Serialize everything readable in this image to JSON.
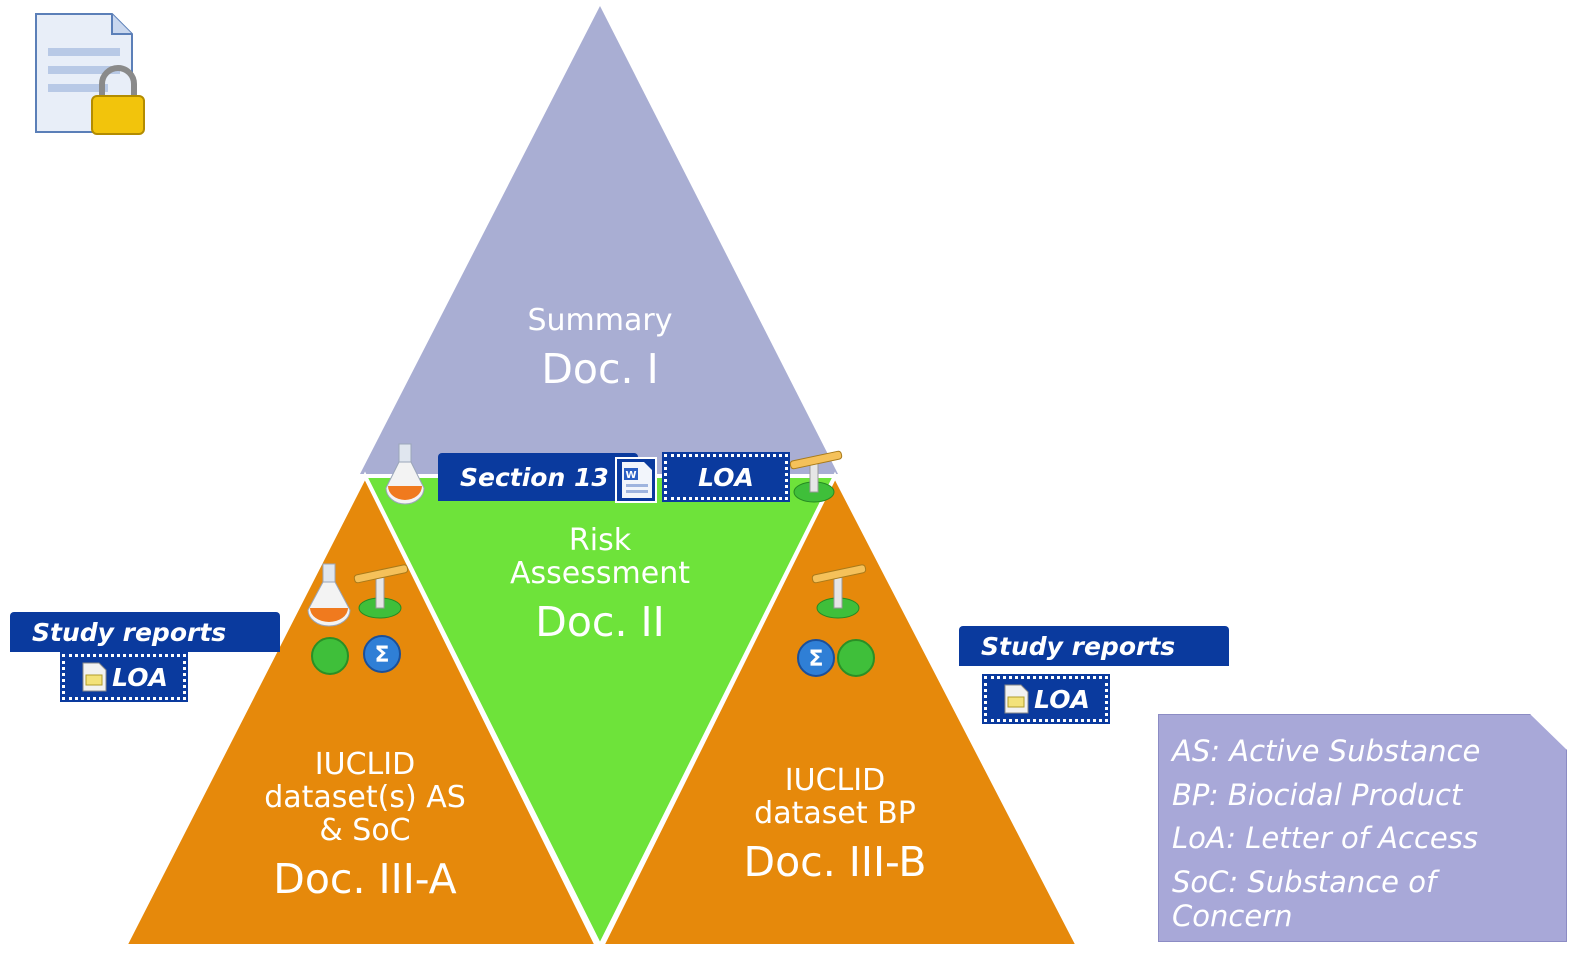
{
  "top_triangle": {
    "label": "Summary",
    "doc": "Doc. I",
    "color": "#a9aed3"
  },
  "middle_triangle": {
    "label_line1": "Risk",
    "label_line2": "Assessment",
    "doc": "Doc. II",
    "color": "#6ee33a"
  },
  "left_triangle": {
    "label_line1": "IUCLID",
    "label_line2": "dataset(s) AS",
    "label_line3": "& SoC",
    "doc": "Doc. III-A",
    "color": "#e6890b"
  },
  "right_triangle": {
    "label_line1": "IUCLID",
    "label_line2": "dataset BP",
    "doc": "Doc. III-B",
    "color": "#e6890b"
  },
  "tags": {
    "section13": "Section 13",
    "top_loa": "LOA",
    "left_study": "Study reports",
    "left_loa": "LOA",
    "right_study": "Study reports",
    "right_loa": "LOA"
  },
  "legend": {
    "items": [
      "AS: Active Substance",
      "BP: Biocidal Product",
      "LoA: Letter of Access",
      "SoC: Substance of",
      "Concern"
    ],
    "color": "#a8a8d8"
  },
  "icons": [
    "lock-document-icon",
    "flask-icon",
    "pipette-icon",
    "green-dot-icon",
    "sigma-icon",
    "word-document-icon",
    "note-document-icon"
  ],
  "colors": {
    "tag_blue": "#0a3a9e"
  }
}
